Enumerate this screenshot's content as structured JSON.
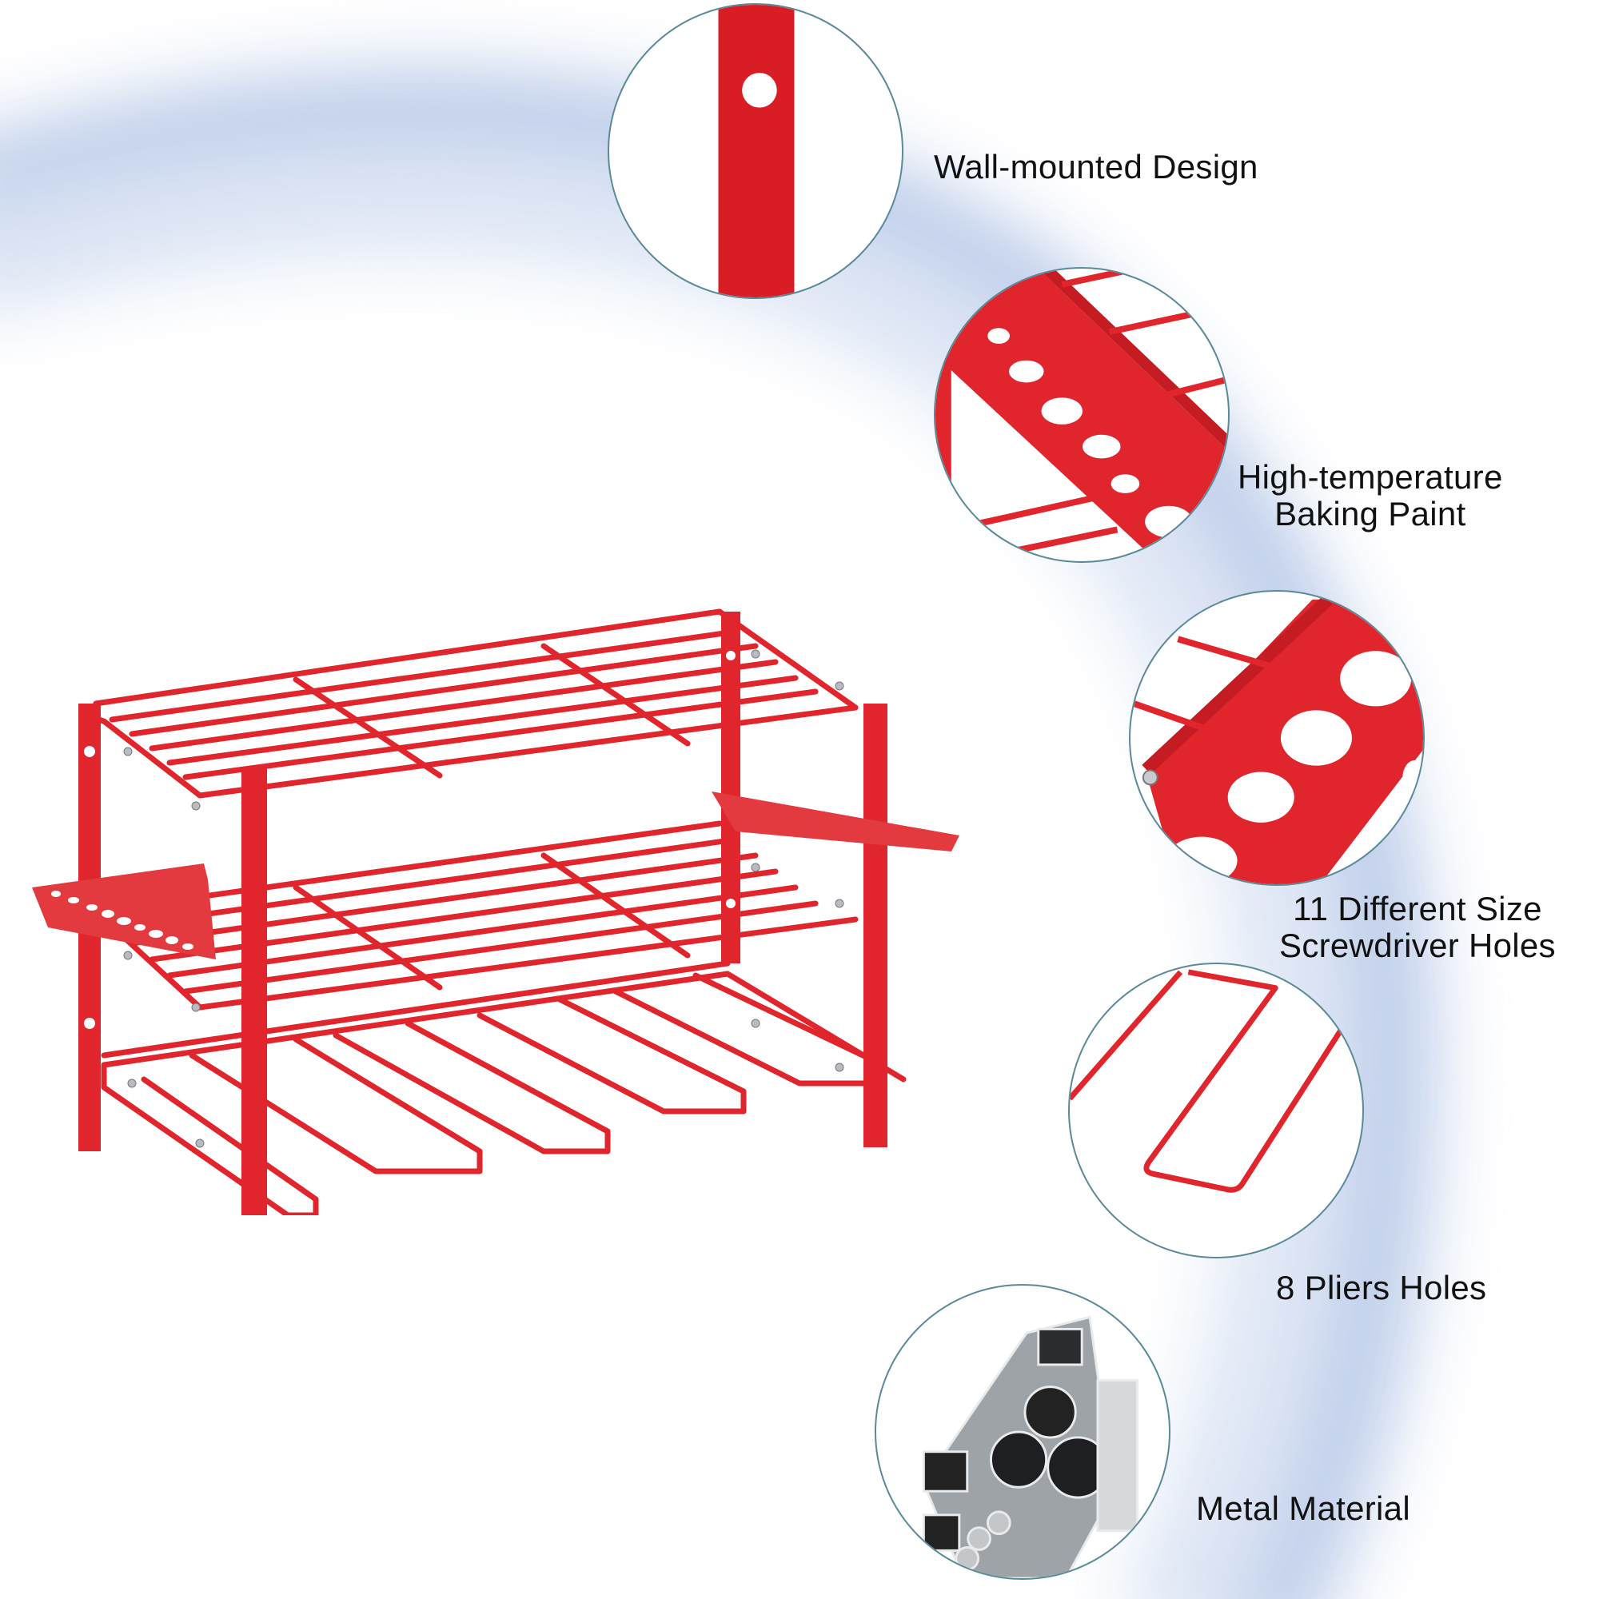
{
  "colors": {
    "accent_red": "#e0252c",
    "dark_red": "#c41c22",
    "circle_border": "#5a8a98",
    "arc_blue": "#b8c9e8",
    "text": "#111111"
  },
  "product": {
    "name": "red-wire-tool-rack",
    "description": "Red wall-mounted power tool organizer rack with two wire shelves, screwdriver hole strips and five drill hanger slots"
  },
  "features": [
    {
      "id": "wall-mounted",
      "label_lines": [
        "Wall-mounted Design"
      ],
      "image": "red-bracket-with-mounting-hole"
    },
    {
      "id": "baking-paint",
      "label_lines": [
        "High-temperature",
        "Baking Paint"
      ],
      "image": "textured-red-paint-closeup"
    },
    {
      "id": "screwdriver-holes",
      "label_lines": [
        "11 Different Size",
        "Screwdriver Holes"
      ],
      "image": "screwdriver-hole-strip-closeup"
    },
    {
      "id": "pliers-holes",
      "label_lines": [
        "8 Pliers Holes"
      ],
      "image": "wire-loop-slot-closeup"
    },
    {
      "id": "metal-material",
      "label_lines": [
        "Metal Material"
      ],
      "image": "steel-tubes-bundle"
    }
  ]
}
